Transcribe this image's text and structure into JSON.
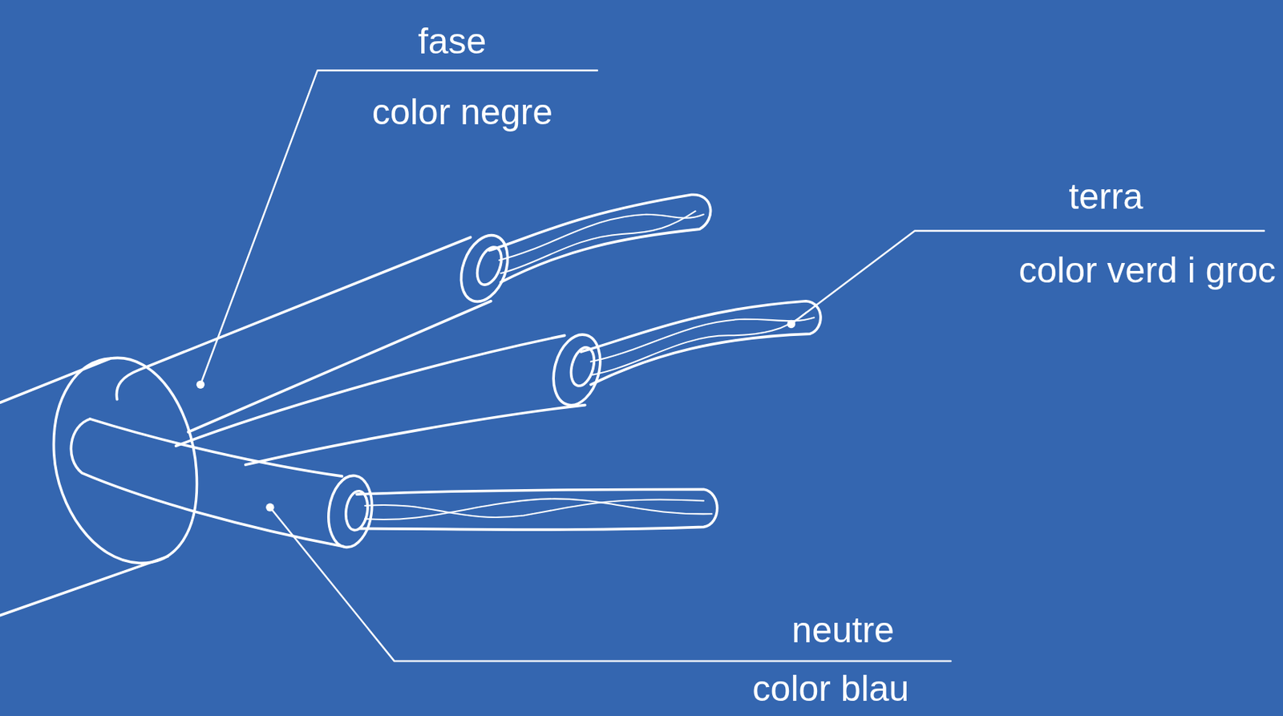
{
  "diagram": {
    "labels": [
      "fase",
      "color negre",
      "terra",
      "color verd i groc",
      "neutre",
      "color blau"
    ]
  }
}
